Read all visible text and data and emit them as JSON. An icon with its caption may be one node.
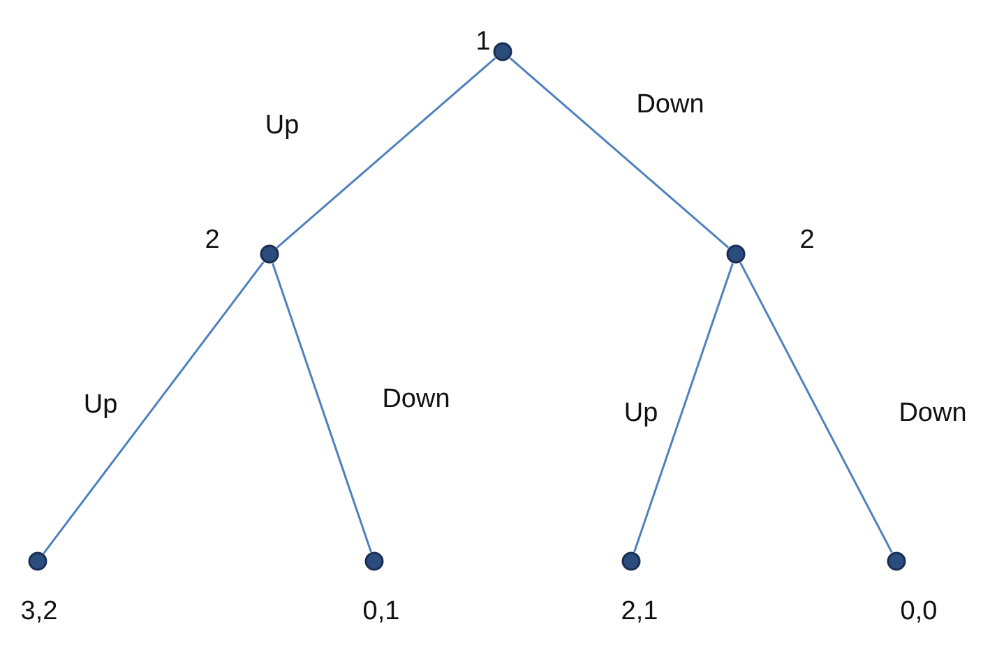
{
  "diagram": {
    "nodes": [
      {
        "text": [],
        "shape": "circle",
        "beside": [
          "1"
        ]
      },
      {
        "text": [],
        "shape": "circle",
        "beside": [
          "2"
        ]
      },
      {
        "text": [],
        "shape": "circle",
        "beside": [
          "2"
        ]
      },
      {
        "text": [],
        "shape": "circle",
        "beside": [
          "3,2"
        ]
      },
      {
        "text": [],
        "shape": "circle",
        "beside": [
          "0,1"
        ]
      },
      {
        "text": [],
        "shape": "circle",
        "beside": [
          "2,1"
        ]
      },
      {
        "text": [],
        "shape": "circle",
        "beside": [
          "0,0"
        ]
      }
    ],
    "edges": [
      {
        "from": 0,
        "to": 1,
        "arrow": "none",
        "label": "Up"
      },
      {
        "from": 0,
        "to": 2,
        "arrow": "none",
        "label": "Down"
      },
      {
        "from": 1,
        "to": 3,
        "arrow": "none",
        "label": "Up"
      },
      {
        "from": 1,
        "to": 4,
        "arrow": "none",
        "label": "Down"
      },
      {
        "from": 2,
        "to": 5,
        "arrow": "none",
        "label": "Up"
      },
      {
        "from": 2,
        "to": 6,
        "arrow": "none",
        "label": "Down"
      }
    ]
  }
}
